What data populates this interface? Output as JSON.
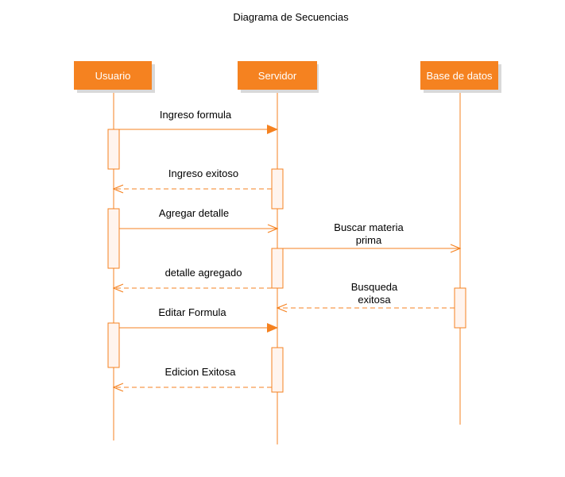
{
  "diagram": {
    "title": "Diagrama de Secuencias",
    "colors": {
      "actor_fill": "#F58220",
      "actor_shadow": "#D9D9D9",
      "line": "#F58220",
      "activation_fill": "#FFF4EE",
      "text": "#000000"
    },
    "actors": [
      {
        "id": "usuario",
        "label": "Usuario"
      },
      {
        "id": "servidor",
        "label": "Servidor"
      },
      {
        "id": "bd",
        "label": "Base de datos"
      }
    ],
    "messages": [
      {
        "from": "usuario",
        "to": "servidor",
        "kind": "sync",
        "label": [
          "Ingreso formula"
        ]
      },
      {
        "from": "servidor",
        "to": "usuario",
        "kind": "return",
        "label": [
          "Ingreso exitoso"
        ]
      },
      {
        "from": "usuario",
        "to": "servidor",
        "kind": "async",
        "label": [
          "Agregar detalle"
        ]
      },
      {
        "from": "servidor",
        "to": "bd",
        "kind": "async",
        "label": [
          "Buscar materia",
          "prima"
        ]
      },
      {
        "from": "servidor",
        "to": "usuario",
        "kind": "return",
        "label": [
          "detalle agregado"
        ]
      },
      {
        "from": "bd",
        "to": "servidor",
        "kind": "return",
        "label": [
          "Busqueda",
          "exitosa"
        ]
      },
      {
        "from": "usuario",
        "to": "servidor",
        "kind": "sync",
        "label": [
          "Editar Formula"
        ]
      },
      {
        "from": "servidor",
        "to": "usuario",
        "kind": "return",
        "label": [
          "Edicion Exitosa"
        ]
      }
    ]
  }
}
